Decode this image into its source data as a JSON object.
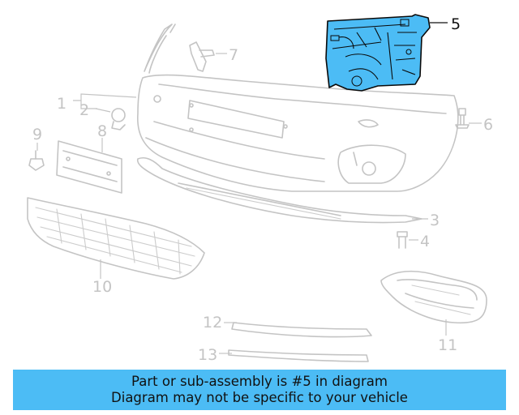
{
  "diagram": {
    "highlight_color": "#4cbcf5",
    "outline_color": "#c4c4c4",
    "highlighted_part": "5",
    "callouts": {
      "c1": "1",
      "c2": "2",
      "c3": "3",
      "c4": "4",
      "c5": "5",
      "c6": "6",
      "c7": "7",
      "c8": "8",
      "c9": "9",
      "c10": "10",
      "c11": "11",
      "c12": "12",
      "c13": "13"
    }
  },
  "banner": {
    "line1": "Part or sub-assembly is #5 in diagram",
    "line2": "Diagram may not be specific to your vehicle",
    "background": "#4cbcf5"
  }
}
